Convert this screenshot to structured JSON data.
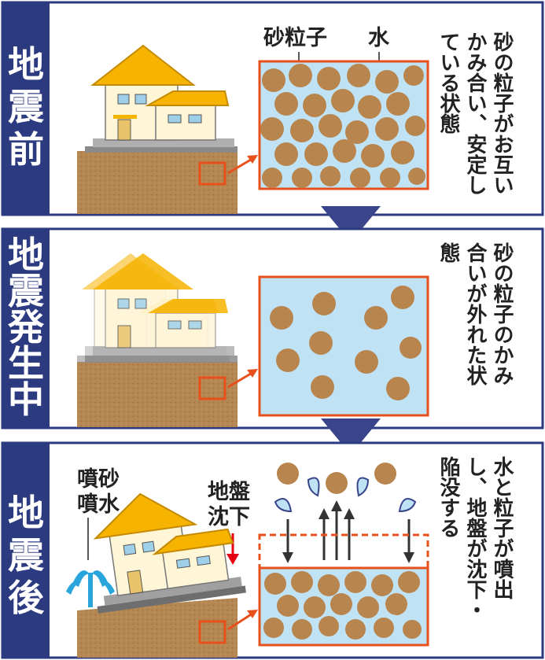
{
  "colors": {
    "panel_label_bg": "#2c3a80",
    "panel_border": "#2c3a80",
    "box_border": "#e8501b",
    "water": "#bfe3f5",
    "grain": "#b9854e",
    "soil": "#b58752",
    "roof": "#f6b300",
    "arrow_down": "#39448a",
    "subsidence_arrow": "#e60012"
  },
  "panels": [
    {
      "label": [
        "地",
        "震",
        "前"
      ],
      "description_columns": [
        "砂の粒子がお互い",
        "かみ合い、安定し",
        "ている状態"
      ],
      "callouts": {
        "sand": "砂粒子",
        "water": "水"
      }
    },
    {
      "label": [
        "地",
        "震",
        "発",
        "生",
        "中"
      ],
      "description_columns": [
        "砂の粒子のかみ",
        "合いが外れた状",
        "態"
      ]
    },
    {
      "label": [
        "地",
        "震",
        "後"
      ],
      "description_columns": [
        "水と粒子が噴出",
        "し、地盤が沈下・",
        "陥没する"
      ],
      "callouts": {
        "spout_line1": "噴砂",
        "spout_line2": "噴水",
        "subsidence_line1": "地盤",
        "subsidence_line2": "沈下"
      }
    }
  ]
}
